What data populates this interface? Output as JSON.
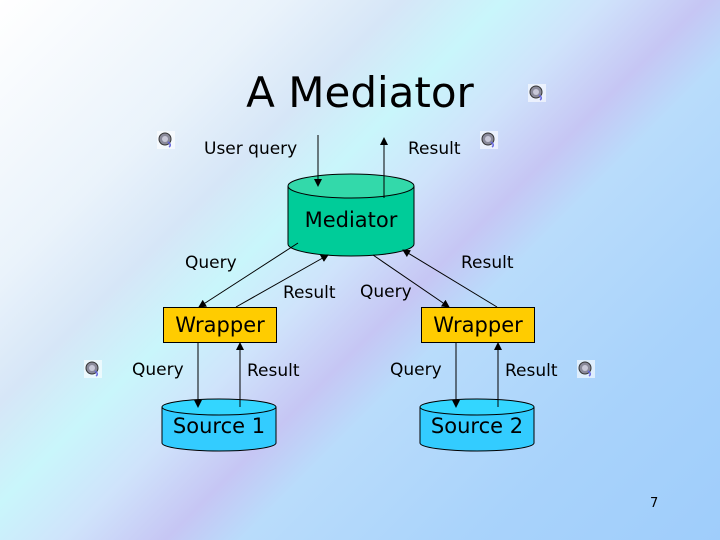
{
  "slide": {
    "title": "A Mediator",
    "page_number": "7"
  },
  "diagram": {
    "nodes": {
      "mediator": {
        "label": "Mediator",
        "color": "#00cc99"
      },
      "wrapper_left": {
        "label": "Wrapper",
        "color": "#ffcc00"
      },
      "wrapper_right": {
        "label": "Wrapper",
        "color": "#ffcc00"
      },
      "source1": {
        "label": "Source 1",
        "color": "#33ccff"
      },
      "source2": {
        "label": "Source 2",
        "color": "#33ccff"
      }
    },
    "edge_labels": {
      "user_query": "User query",
      "user_result": "Result",
      "med_query_left": "Query",
      "med_result_left": "Result",
      "med_query_right": "Query",
      "med_result_right": "Result",
      "src1_query": "Query",
      "src1_result": "Result",
      "src2_query": "Query",
      "src2_result": "Result"
    }
  },
  "icons": {
    "speaker": "speaker-icon"
  }
}
